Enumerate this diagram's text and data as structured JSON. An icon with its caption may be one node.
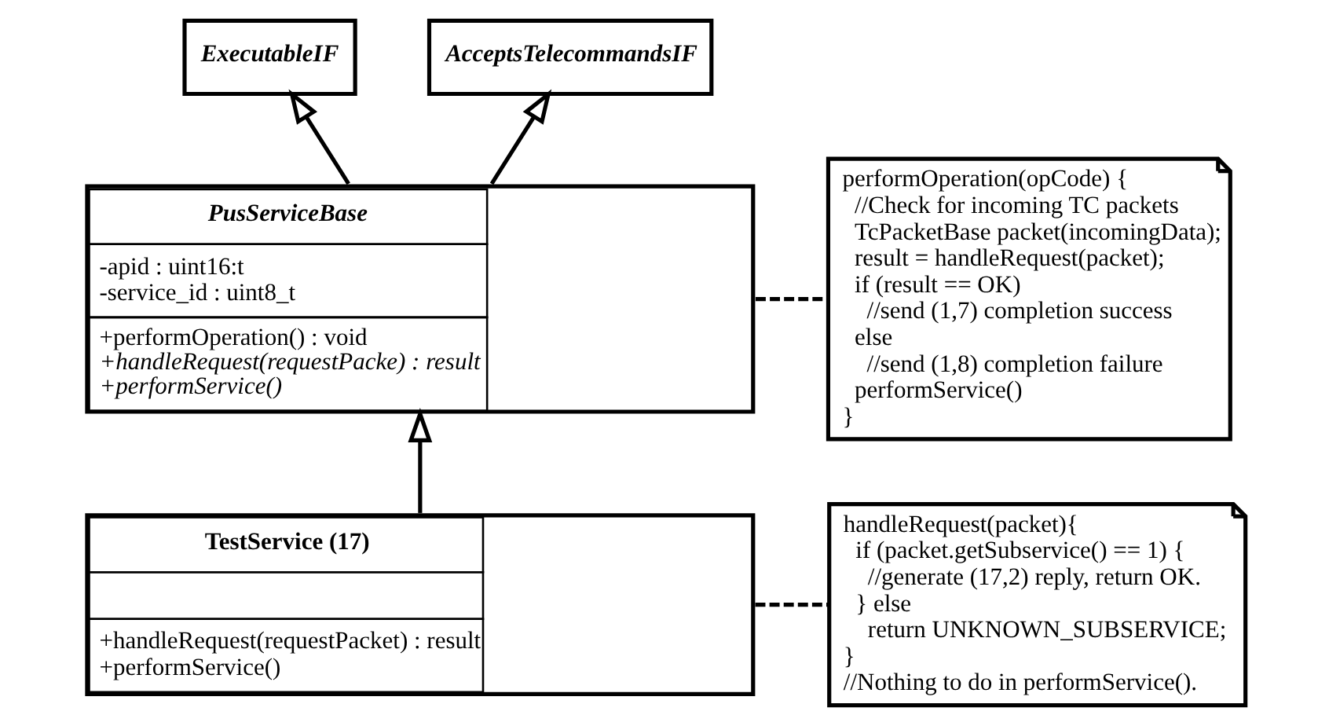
{
  "diagram": {
    "nodes": [
      {
        "text": [
          "ExecutableIF"
        ]
      },
      {
        "text": [
          "AcceptsTelecommandsIF"
        ]
      },
      {
        "text": [
          "PusServiceBase",
          "-apid : uint16:t",
          "-service_id : uint8_t",
          "+performOperation() : void",
          "+handleRequest(requestPacke) : result",
          "+performService()"
        ]
      },
      {
        "text": [
          "performOperation(opCode) {",
          "//Check for incoming TC packets",
          "TcPacketBase packet(incomingData);",
          "result = handleRequest(packet);",
          "if (result == OK)",
          "//send (1,7) completion success",
          "else",
          "//send (1,8) completion failure",
          "performService()",
          "}"
        ]
      },
      {
        "text": [
          "TestService (17)",
          "+handleRequest(requestPacket) : result",
          "+performService()"
        ]
      },
      {
        "text": [
          "handleRequest(packet){",
          "if (packet.getSubservice() == 1) {",
          "//generate (17,2) reply, return OK.",
          "} else",
          "return UNKNOWN_SUBSERVICE;",
          "}",
          "//Nothing to do in performService()."
        ]
      }
    ],
    "edges": [
      {
        "from": 2,
        "to": 0,
        "arrow": "to"
      },
      {
        "from": 2,
        "to": 1,
        "arrow": "to"
      },
      {
        "from": 2,
        "to": 3,
        "arrow": "none",
        "style": "dashed"
      },
      {
        "from": 4,
        "to": 2,
        "arrow": "to"
      },
      {
        "from": 4,
        "to": 5,
        "arrow": "none",
        "style": "dashed"
      }
    ]
  }
}
